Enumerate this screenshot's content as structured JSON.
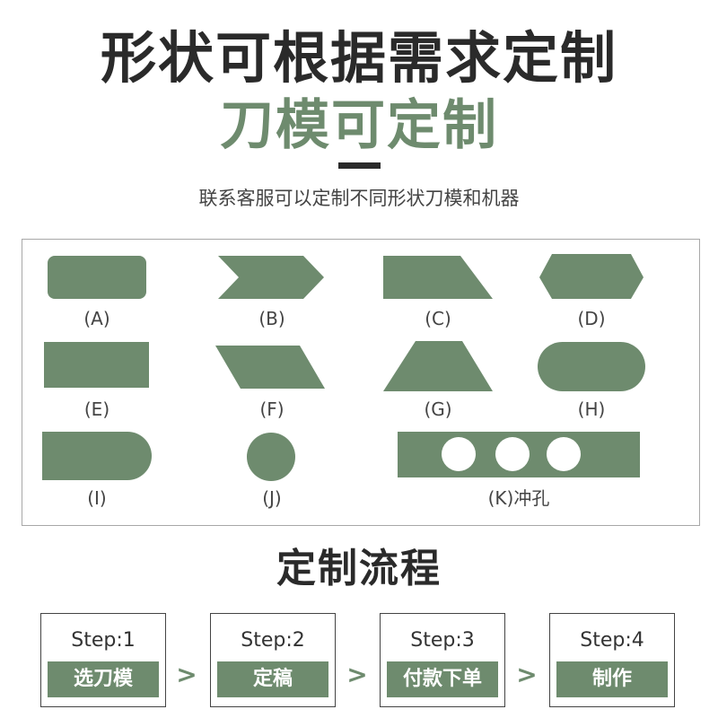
{
  "header": {
    "title_line1": "形状可根据需求定制",
    "title_line2": "刀模可定制",
    "subtitle": "联系客服可以定制不同形状刀模和机器"
  },
  "colors": {
    "accent_green": "#6e8b6e",
    "dark_text": "#2a2a2a"
  },
  "shapes": {
    "a_label": "(A)",
    "b_label": "(B)",
    "c_label": "(C)",
    "d_label": "(D)",
    "e_label": "(E)",
    "f_label": "(F)",
    "g_label": "(G)",
    "h_label": "(H)",
    "i_label": "(I)",
    "j_label": "(J)",
    "k_label": "(K)冲孔"
  },
  "process": {
    "title": "定制流程",
    "arrow": ">",
    "steps": [
      {
        "num": "Step:1",
        "label": "选刀模"
      },
      {
        "num": "Step:2",
        "label": "定稿"
      },
      {
        "num": "Step:3",
        "label": "付款下单"
      },
      {
        "num": "Step:4",
        "label": "制作"
      }
    ]
  }
}
